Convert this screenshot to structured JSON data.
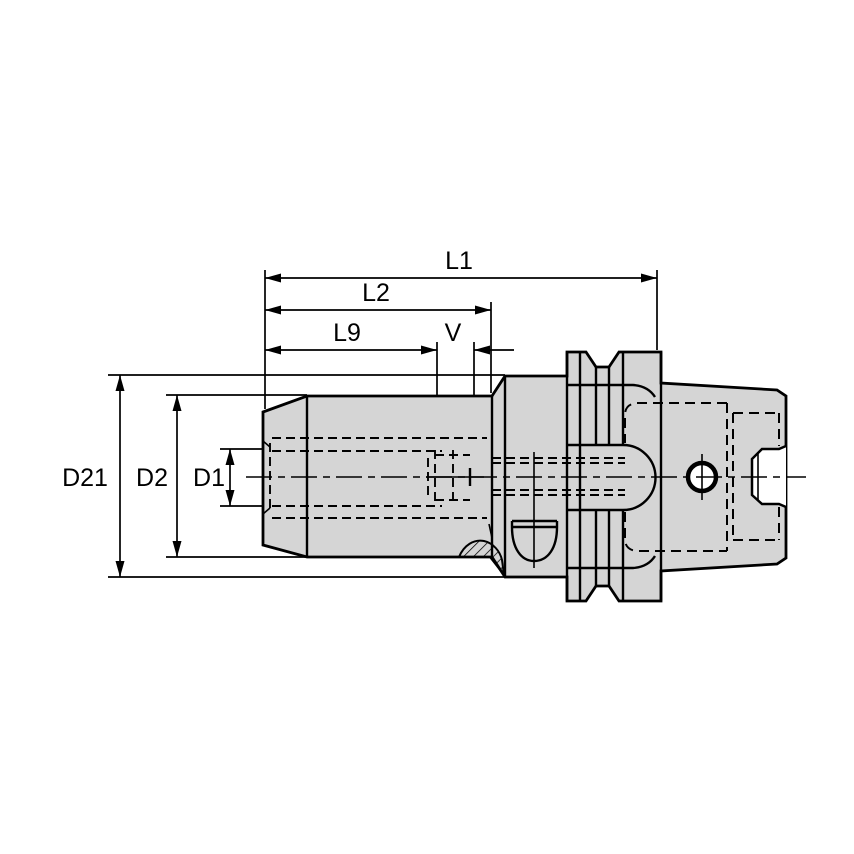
{
  "drawing": {
    "dimension_labels": {
      "l1": "L1",
      "l2": "L2",
      "l9": "L9",
      "v": "V",
      "d21": "D21",
      "d2": "D2",
      "d1": "D1"
    },
    "colors": {
      "background": "#ffffff",
      "body_fill": "#d5d5d5",
      "line_color": "#000000"
    }
  }
}
